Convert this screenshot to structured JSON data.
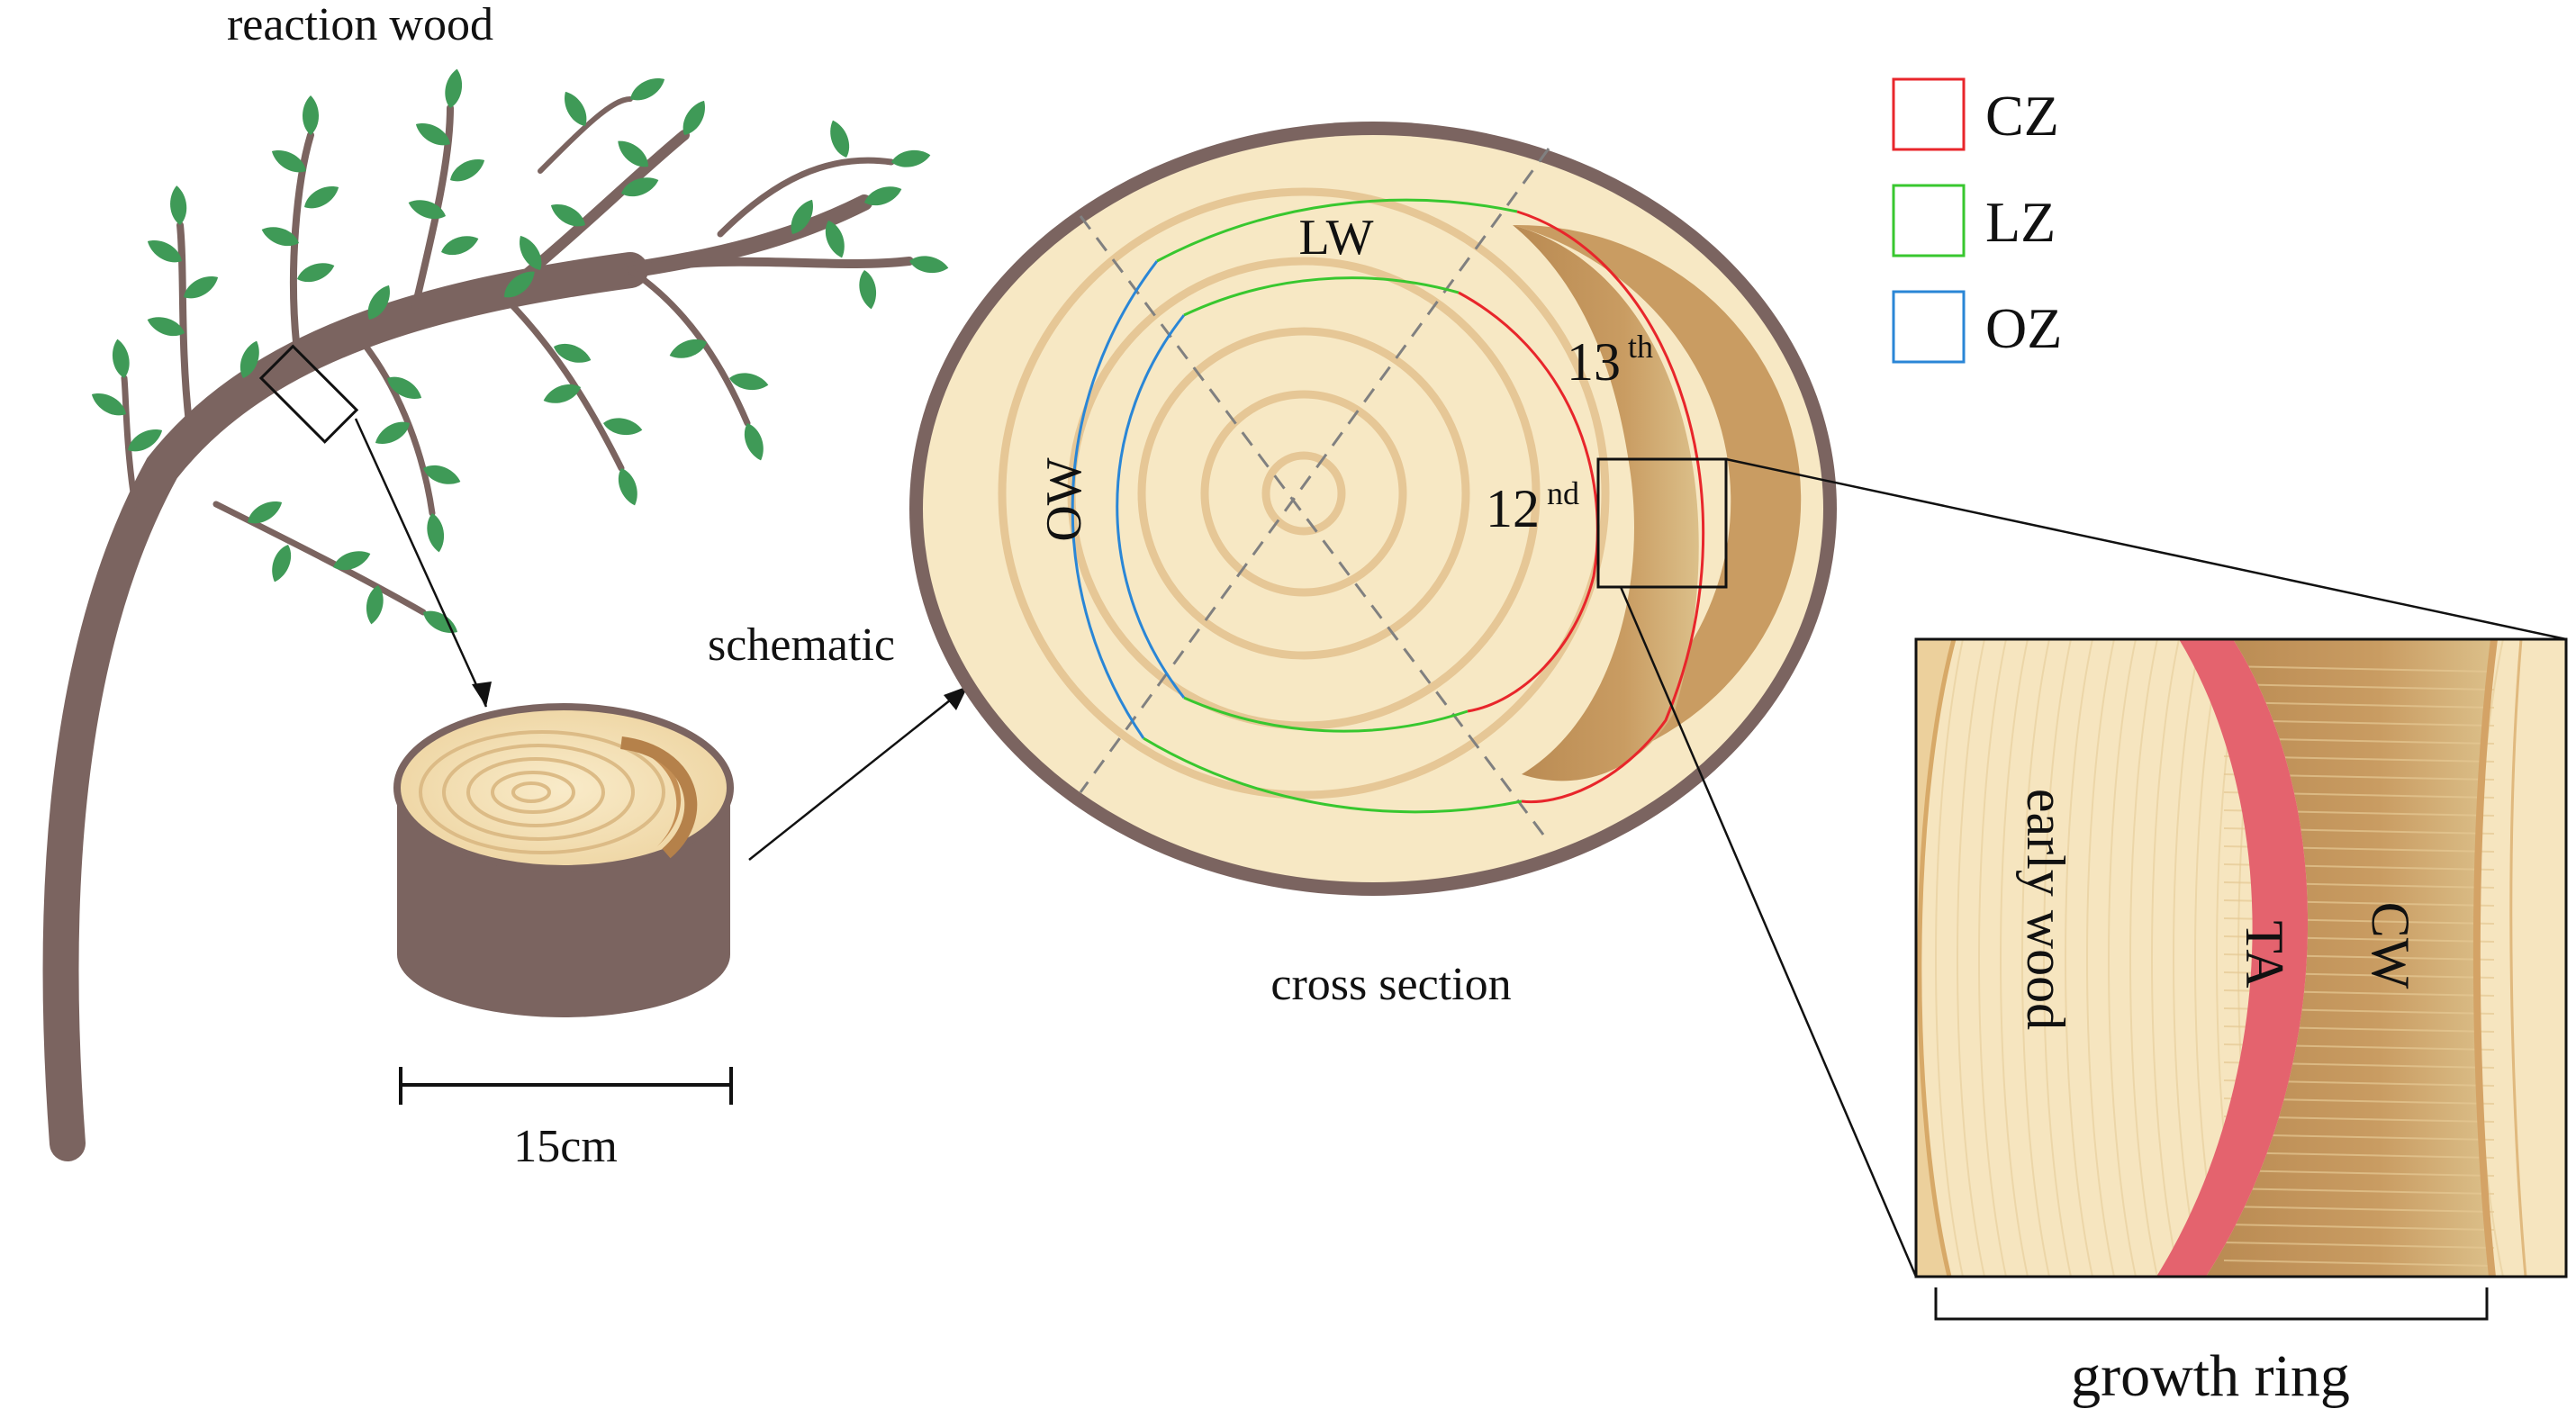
{
  "labels": {
    "reaction_wood": "reaction wood",
    "schematic": "schematic",
    "scale": "15cm",
    "cross_section": "cross section",
    "growth_ring": "growth ring",
    "lw": "LW",
    "ow": "OW",
    "ring_12": "12",
    "ring_12_sup": "nd",
    "ring_13": "13",
    "ring_13_sup": "th",
    "early_wood": "early wood",
    "ta": "TA",
    "cw": "CW"
  },
  "legend": [
    {
      "label": "CZ",
      "color": "#e8262b"
    },
    {
      "label": "LZ",
      "color": "#38c72f"
    },
    {
      "label": "OZ",
      "color": "#2a86d6"
    }
  ],
  "colors": {
    "bark": "#7b6460",
    "leaf": "#3f9a57",
    "wood_light": "#f7e8c4",
    "ring_line": "#e2c190",
    "compression_wood": "#c79a5f",
    "tension_area": "#e4636e"
  },
  "icons": [
    "tree-illustration",
    "log-stump-illustration",
    "magnify-lines"
  ]
}
